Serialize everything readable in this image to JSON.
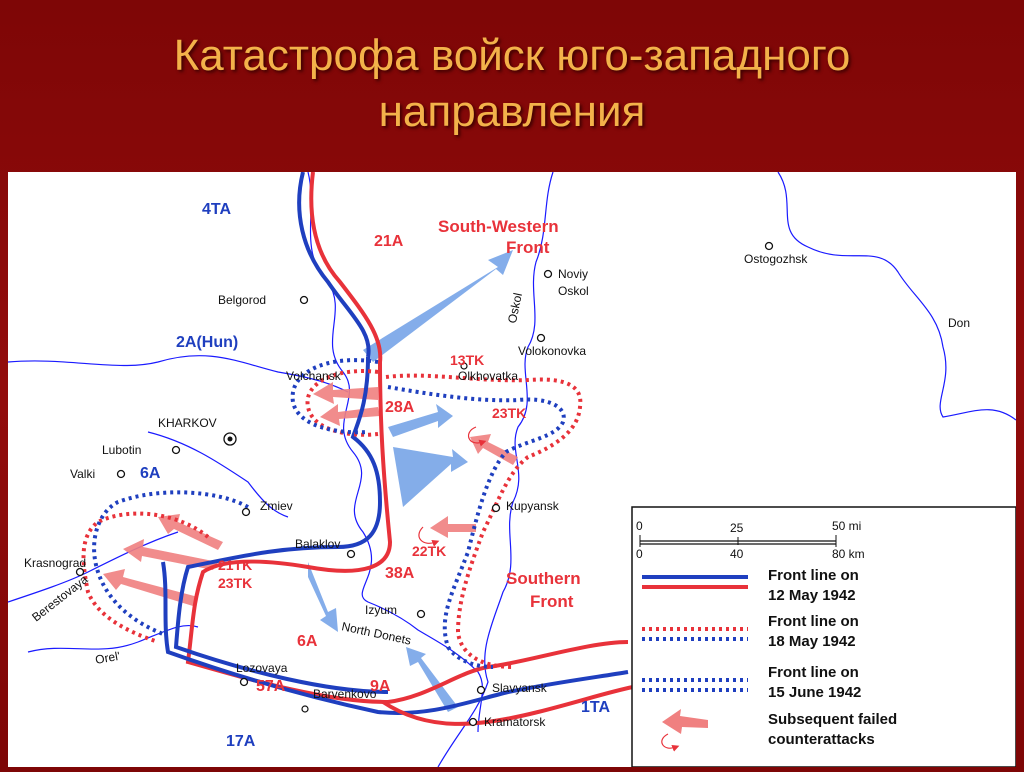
{
  "title": {
    "line1": "Катастрофа войск юго-западного",
    "line2": "направления"
  },
  "colors": {
    "soviet": "#e8323a",
    "axis": "#1f3fbf",
    "river": "#1a1aff",
    "arrow_blue": "#6f9fe6",
    "arrow_red": "#f08080"
  },
  "armies": {
    "a4ta": "4TA",
    "a21a": "21A",
    "a2a_hun": "2A(Hun)",
    "a28a": "28A",
    "a13tk": "13TK",
    "a23tk_n": "23TK",
    "a6a_n": "6A",
    "a21tk": "21TK",
    "a23tk_s": "23TK",
    "a22tk": "22TK",
    "a38a": "38A",
    "a6a_s": "6A",
    "a57a": "57A",
    "a9a": "9A",
    "a1ta": "1TA",
    "a17a": "17A"
  },
  "fronts": {
    "sw1": "South-Western",
    "sw2": "Front",
    "s1": "Southern",
    "s2": "Front"
  },
  "cities": {
    "belgorod": "Belgorod",
    "noviy1": "Noviy",
    "noviy2": "Oskol",
    "volokonovka": "Volokonovka",
    "ostogozhsk": "Ostogozhsk",
    "volchansk": "Volchansk",
    "olkhovatka": "Olkhovatka",
    "kharkov": "KHARKOV",
    "lubotin": "Lubotin",
    "valki": "Valki",
    "zmiev": "Zmiev",
    "balaklov": "Balaklov",
    "kupyansk": "Kupyansk",
    "krasnograd": "Krasnograd",
    "izyum": "Izyum",
    "lozovaya": "Lozovaya",
    "barvenkovo": "Barvenkovo",
    "slavyansk": "Slavyansk",
    "kramatorsk": "Kramatorsk"
  },
  "rivers": {
    "oskol": "Oskol",
    "don": "Don",
    "donets": "North Donets",
    "berestovaya": "Berestovaya",
    "orel": "Orel'"
  },
  "legend": {
    "scale_0": "0",
    "scale_25": "25",
    "scale_50mi": "50 mi",
    "scale_0km": "0",
    "scale_40": "40",
    "scale_80km": "80 km",
    "l1a": "Front line on",
    "l1b": "12 May 1942",
    "l2a": "Front line on",
    "l2b": "18 May 1942",
    "l3a": "Front line on",
    "l3b": "15 June 1942",
    "l4a": "Subsequent failed",
    "l4b": "counterattacks"
  }
}
